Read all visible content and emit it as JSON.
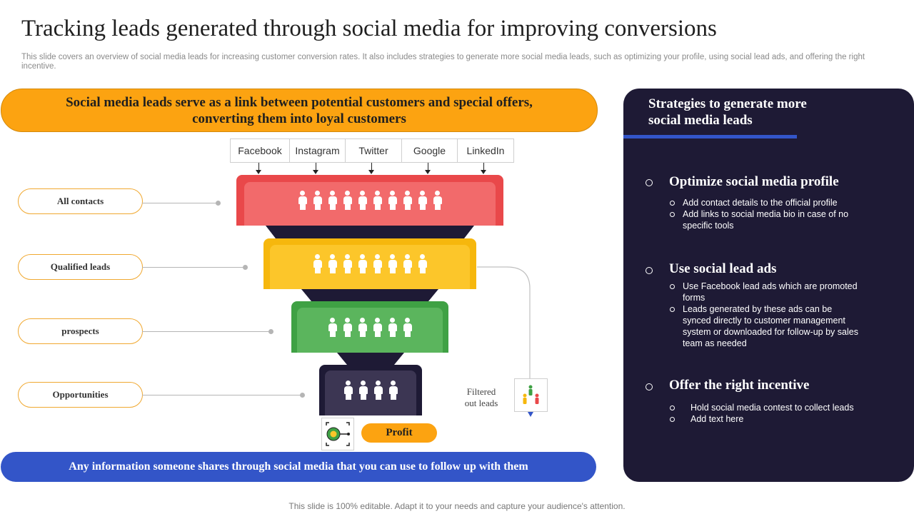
{
  "header": {
    "title": "Tracking leads generated through social media for improving conversions",
    "subtitle": "This slide covers an overview of social media leads for increasing customer conversion rates. It also includes strategies to generate more social media leads, such as optimizing your profile, using social lead ads, and offering the right incentive."
  },
  "banners": {
    "top": "Social media leads serve as a link between potential customers and special offers, converting them into loyal customers",
    "bottom": "Any information someone shares through social media that you can use to follow up with them"
  },
  "platforms": [
    "Facebook",
    "Instagram",
    "Twitter",
    "Google",
    "LinkedIn"
  ],
  "funnel": {
    "stages": [
      {
        "label": "All contacts",
        "people": 10,
        "color": "#e9484a",
        "inner_color": "#f26a6b"
      },
      {
        "label": "Qualified leads",
        "people": 8,
        "color": "#f6b70d",
        "inner_color": "#fcc62a"
      },
      {
        "label": "prospects",
        "people": 6,
        "color": "#3fa144",
        "inner_color": "#5bb55d"
      },
      {
        "label": "Opportunities",
        "people": 4,
        "color": "#1e1a35",
        "inner_color": "#3c3653"
      }
    ],
    "connector_color": "#1e1a35",
    "profit_label": "Profit",
    "filtered_label": "Filtered out leads"
  },
  "strategies": {
    "title": "Strategies to generate more social media leads",
    "items": [
      {
        "heading": "Optimize social media profile",
        "points": [
          "Add contact details to the official profile",
          "Add links to social media bio in case of no specific tools"
        ]
      },
      {
        "heading": "Use social lead ads",
        "points": [
          "Use Facebook lead ads which are promoted forms",
          "Leads generated by these ads can be synced directly to customer management system or downloaded for follow-up by sales team as needed"
        ]
      },
      {
        "heading": "Offer the right incentive",
        "points": [
          "Hold social media contest to collect leads",
          "Add text here"
        ]
      }
    ]
  },
  "footer": "This slide is 100% editable. Adapt it to your needs and capture your audience's attention.",
  "colors": {
    "accent_orange": "#fca311",
    "accent_blue": "#3355c8",
    "panel_dark": "#1e1a35"
  }
}
